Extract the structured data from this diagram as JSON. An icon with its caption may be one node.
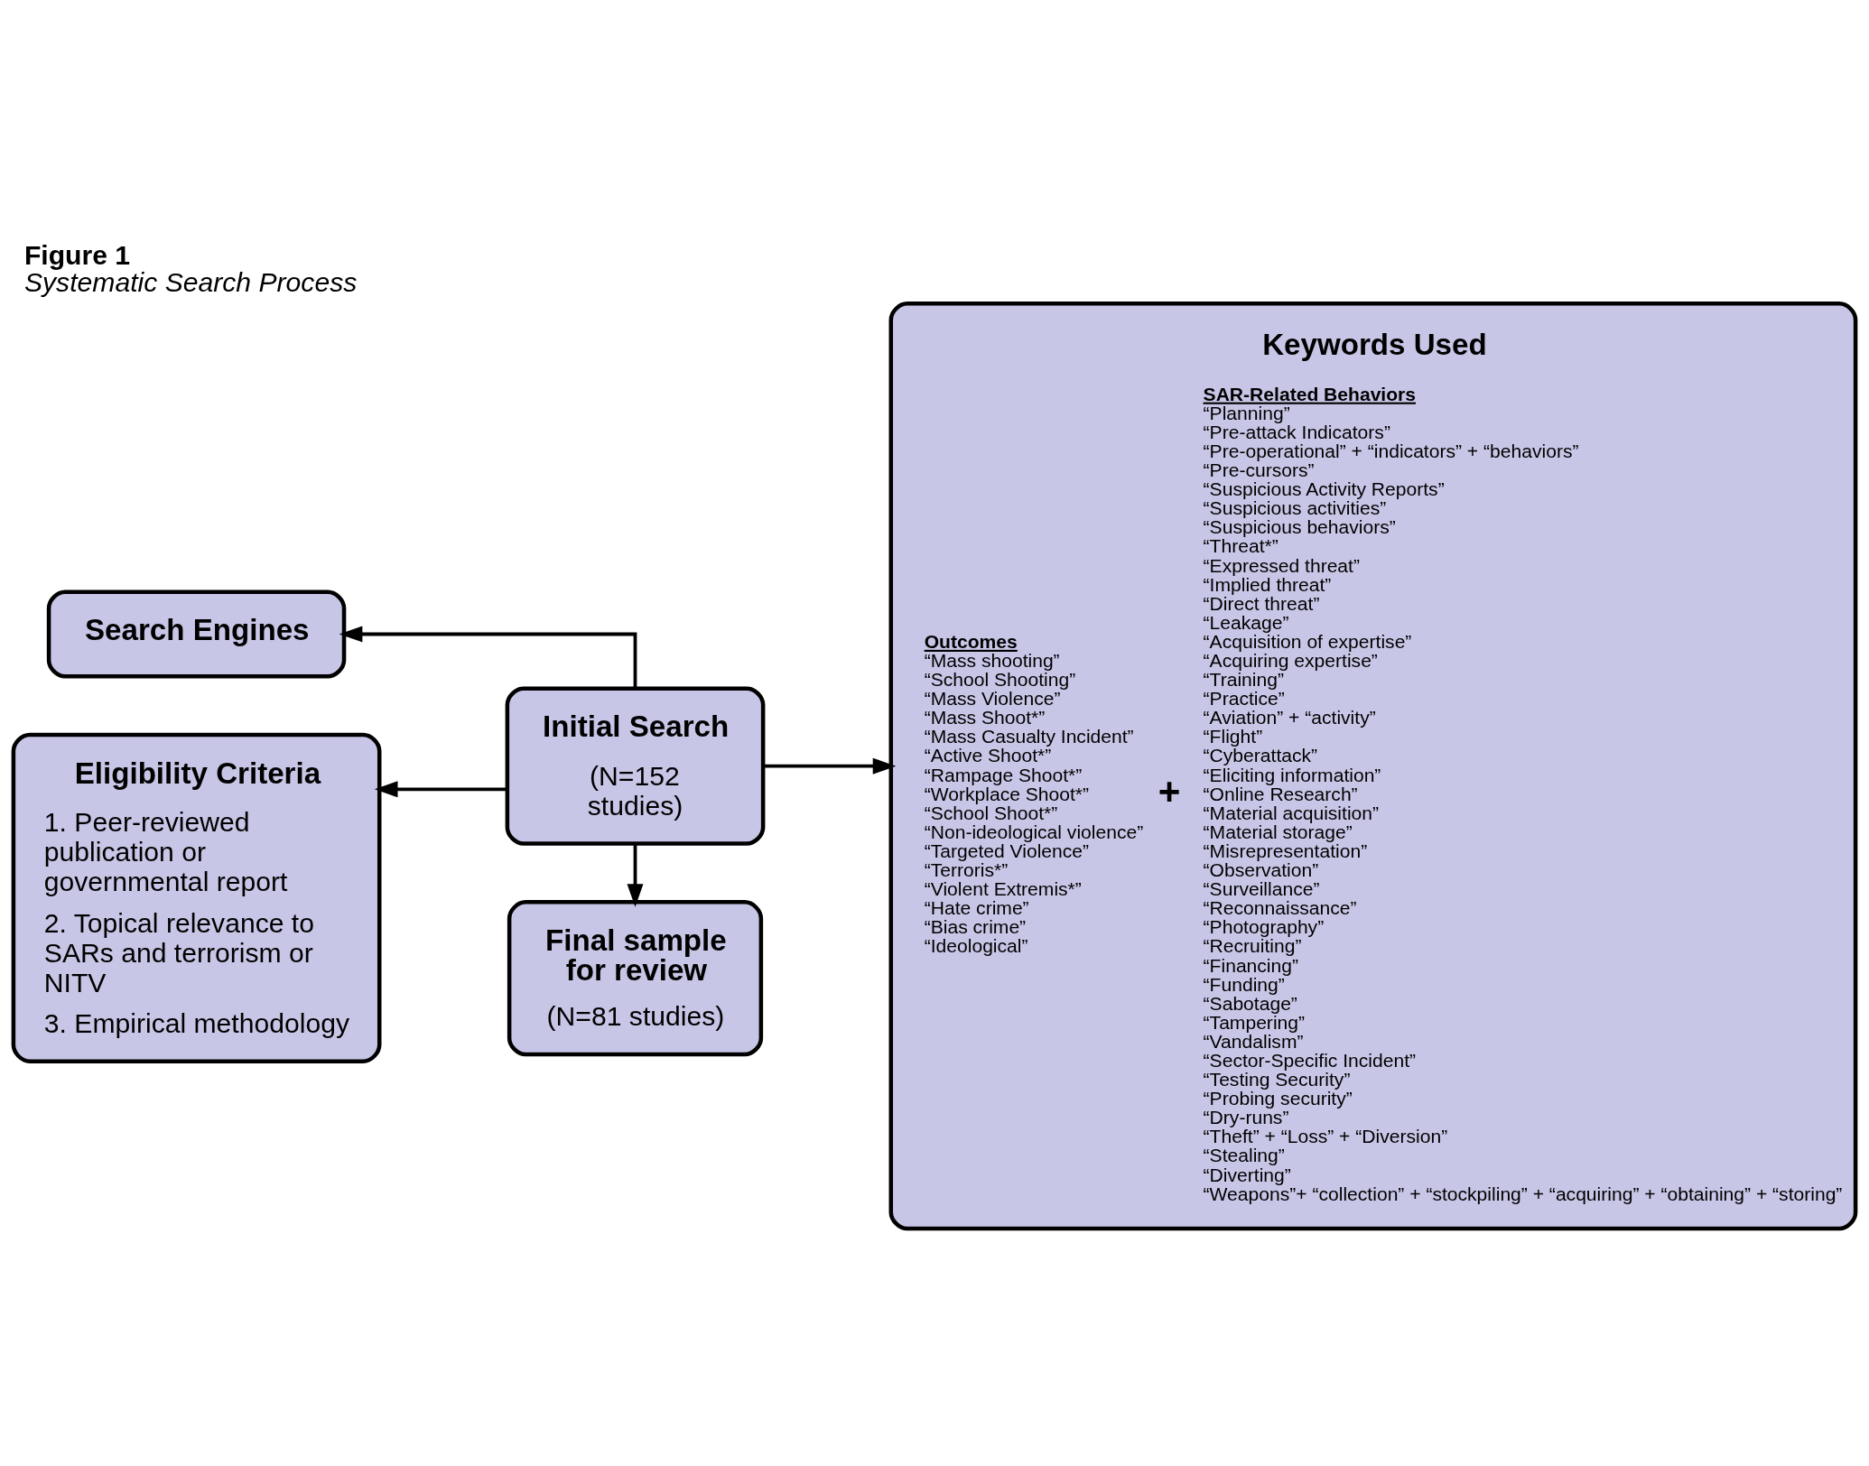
{
  "diagram": {
    "title": "Figure 1",
    "caption": "Systematic Search Process",
    "nodes": [
      {
        "text": [
          "Search Engines"
        ]
      },
      {
        "text": [
          "Initial Search",
          "(N=152 studies)"
        ]
      },
      {
        "text": [
          "Keywords Used",
          "Outcomes",
          "“Mass shooting”",
          "“School Shooting”",
          "“Mass Violence”",
          "“Mass Shoot*”",
          "“Mass Casualty Incident”",
          "“Active Shoot*”",
          "“Rampage Shoot*”",
          "“Workplace Shoot*”",
          "“School Shoot*”",
          "“Non-ideological violence”",
          "“Targeted Violence”",
          "“Terroris*”",
          "“Violent Extremis*”",
          "“Hate crime”",
          "“Bias crime”",
          "“Ideological”",
          "+",
          "SAR-Related Behaviors",
          "“Planning”",
          "“Pre-attack Indicators”",
          "“Pre-operational” + “indicators” + “behaviors”",
          "“Pre-cursors”",
          "“Suspicious Activity Reports”",
          "“Suspicious activities”",
          "“Suspicious behaviors”",
          "“Threat*”",
          "“Expressed threat”",
          "“Implied threat”",
          "“Direct threat”",
          "“Leakage”",
          "“Acquisition of expertise”",
          "“Acquiring expertise”",
          "“Training”",
          "“Practice”",
          "“Aviation” + “activity”",
          "“Flight”",
          "“Cyberattack”",
          "“Eliciting information”",
          "“Online Research”",
          "“Material acquisition”",
          "“Material storage”",
          "“Misrepresentation”",
          "“Observation”",
          "“Surveillance”",
          "“Reconnaissance”",
          "“Photography”",
          "“Recruiting”",
          "“Financing”",
          "“Funding”",
          "“Sabotage”",
          "“Tampering”",
          "“Vandalism”",
          "“Sector-Specific Incident”",
          "“Testing Security”",
          "“Probing security”",
          "“Dry-runs”",
          "“Theft” + “Loss” + “Diversion”",
          "“Stealing”",
          "“Diverting”",
          "“Weapons”+ “collection” + “stockpiling” + “acquiring” + “obtaining” + “storing”"
        ]
      },
      {
        "text": [
          "Eligibility Criteria",
          "1. Peer-reviewed publication or governmental report",
          "2. Topical relevance to SARs and terrorism or NITV",
          "3. Empirical methodology"
        ]
      },
      {
        "text": [
          "Final sample for review",
          "(N=81 studies)"
        ]
      }
    ],
    "edges": [
      {
        "from": 1,
        "to": 0,
        "arrow": "to"
      },
      {
        "from": 1,
        "to": 2,
        "arrow": "to"
      },
      {
        "from": 1,
        "to": 3,
        "arrow": "to"
      },
      {
        "from": 1,
        "to": 4,
        "arrow": "to"
      }
    ]
  }
}
